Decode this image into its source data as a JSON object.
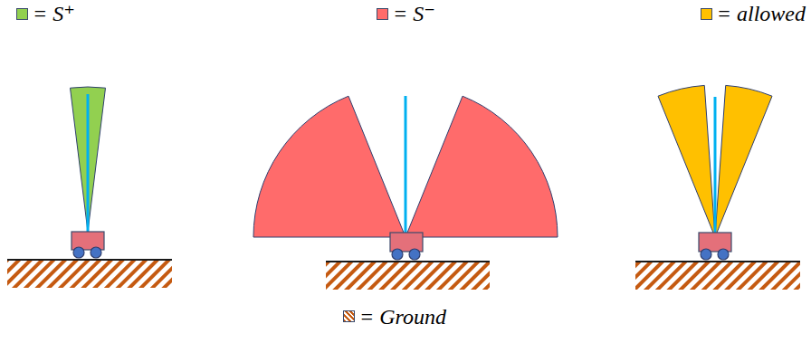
{
  "diagram": {
    "legend": [
      {
        "text": "= S⁺",
        "color": "#92d050"
      },
      {
        "text": "= S⁻",
        "color": "#ff6b6b"
      },
      {
        "text": "= allowed",
        "color": "#ffc000"
      },
      {
        "text": "= Ground"
      }
    ]
  }
}
